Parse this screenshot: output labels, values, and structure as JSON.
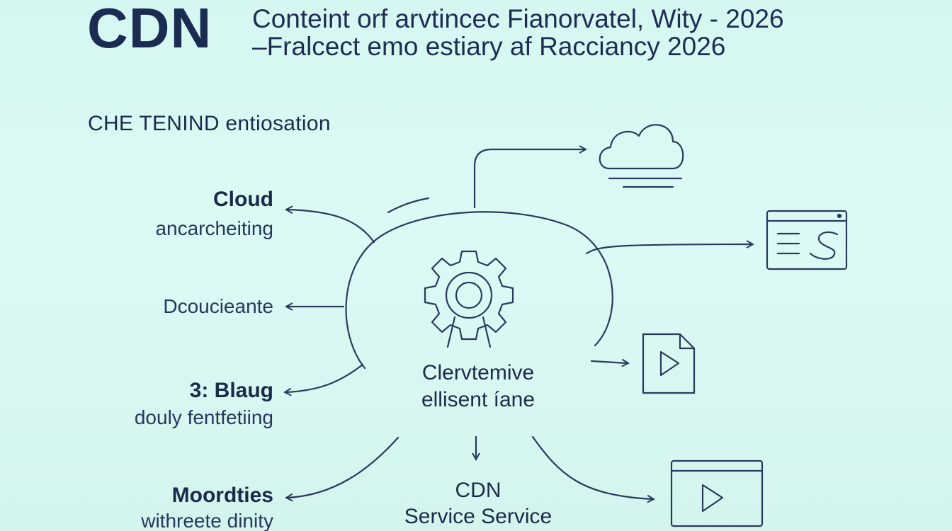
{
  "header": {
    "logo": "CDN",
    "title_line1": "Conteint orf arvtincec Fianorvatel, Wity - 2026",
    "title_line2": "–Fralcect emo estiary af Racciancy 2026"
  },
  "section_heading": "CHE TENIND entiosation",
  "left_nodes": [
    {
      "title": "Cloud",
      "subtitle": "ancarcheiting"
    },
    {
      "title": "",
      "subtitle": "Dcoucieante"
    },
    {
      "title": "3: Blaug",
      "subtitle": "douly fentfetiing"
    },
    {
      "title": "Moordties",
      "subtitle": "withreete dinity"
    }
  ],
  "center": {
    "line1": "Clervtemive",
    "line2": "ellisent íane",
    "icon": "gear-icon"
  },
  "bottom": {
    "line1": "CDN",
    "line2": "Service Service"
  },
  "right_icons": [
    "cloud-icon",
    "code-window-icon",
    "video-file-icon",
    "video-player-icon"
  ],
  "colors": {
    "background": "#d9f8f3",
    "ink": "#1d2a4e",
    "line": "#2b3a5c"
  }
}
